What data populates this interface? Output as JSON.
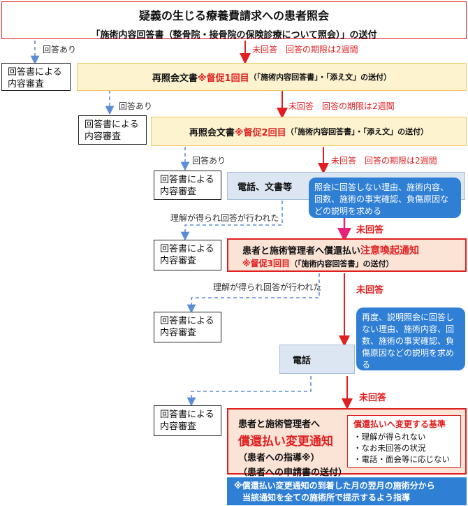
{
  "title": {
    "main": "疑義の生じる療養費請求への患者照会",
    "sub": "「施術内容回答書（整骨院・接骨院の保険診療について照会）」の送付"
  },
  "labels": {
    "answered": "回答あり",
    "unanswered_deadline": "未回答　回答の期限は2週間",
    "unanswered": "未回答",
    "understood": "理解が得られ回答が行われた"
  },
  "review_box": "回答書による\n内容審査",
  "step1": {
    "prefix": "再照会文書",
    "mark": "※督促1回目",
    "suffix": "（「施術内容回答書」・「添え文」の送付）"
  },
  "step2": {
    "prefix": "再照会文書",
    "mark": "※督促2回目",
    "suffix": "（「施術内容回答書」・「添え文」の送付）"
  },
  "phone_docs": "電話、文書等",
  "callout1": "照会に回答しない理由、施術内容、回数、施術の事実確認、負傷原因などの説明を求める",
  "notice1": {
    "line1_prefix": "患者と施術管理者へ償還払い",
    "line1_red": "注意喚起通知",
    "line2_mark": "※督促3回目",
    "line2_suffix": "（「施術内容回答書」の送付）"
  },
  "phone": "電話",
  "callout2": "再度、説明照会に回答しない理由、施術内容、回数、施術の事実確認、負傷原因などの説明を求める",
  "final": {
    "line1": "患者と施術管理者へ",
    "line2": "償還払い変更通知",
    "line3": "（患者への指導※）",
    "line4": "（患者への申請書の送付）"
  },
  "criteria": {
    "title": "償還払いへ変更する基準",
    "items": [
      "・理解が得られない",
      "・なお未回答の状況",
      "・電話・面会等に応じない"
    ]
  },
  "footnote": "※償還払い変更通知の到着した月の翌月の施術分から\n　当該通知を全ての施術所で提示するよう指導",
  "colors": {
    "red": "#e02020",
    "blue_dash": "#5b8ed6",
    "yellow_fill": "#fdf3cf",
    "blue_fill": "#dce6f2",
    "pink_fill": "#fbe3d6",
    "callout": "#2f7fd5"
  }
}
